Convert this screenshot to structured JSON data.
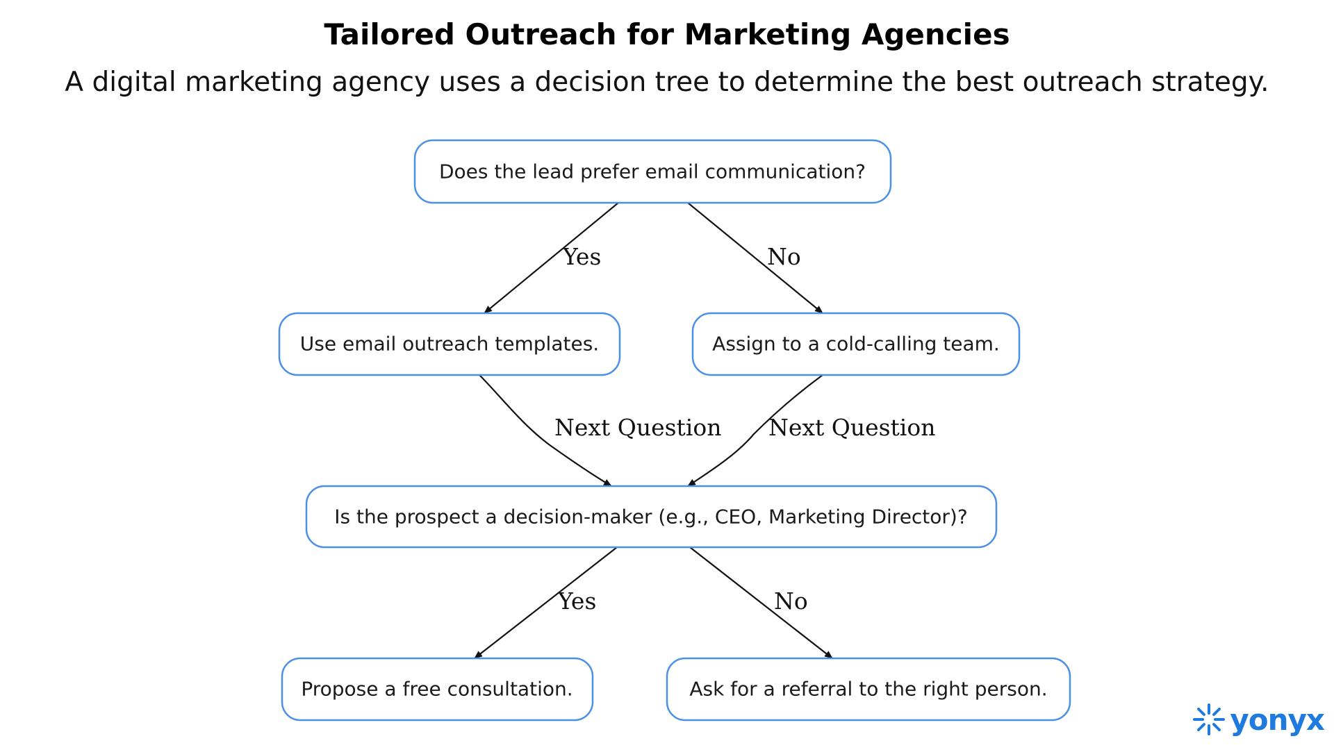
{
  "header": {
    "title": "Tailored Outreach for Marketing Agencies",
    "subtitle": "A digital marketing agency uses a decision tree to determine the best outreach strategy."
  },
  "diagram": {
    "nodes": {
      "q1": "Does the lead prefer email communication?",
      "a1": "Use email outreach templates.",
      "a2": "Assign to a cold-calling team.",
      "q2": "Is the prospect a decision-maker (e.g., CEO, Marketing Director)?",
      "a3": "Propose a free consultation.",
      "a4": "Ask for a referral to the right person."
    },
    "edges": {
      "q1_a1": "Yes",
      "q1_a2": "No",
      "a1_q2": "Next Question",
      "a2_q2": "Next Question",
      "q2_a3": "Yes",
      "q2_a4": "No"
    }
  },
  "brand": {
    "name": "yonyx",
    "icon": "sparkle-icon",
    "color": "#1f7ae0"
  },
  "colors": {
    "node_border": "#4a90e8",
    "edge": "#111111"
  }
}
